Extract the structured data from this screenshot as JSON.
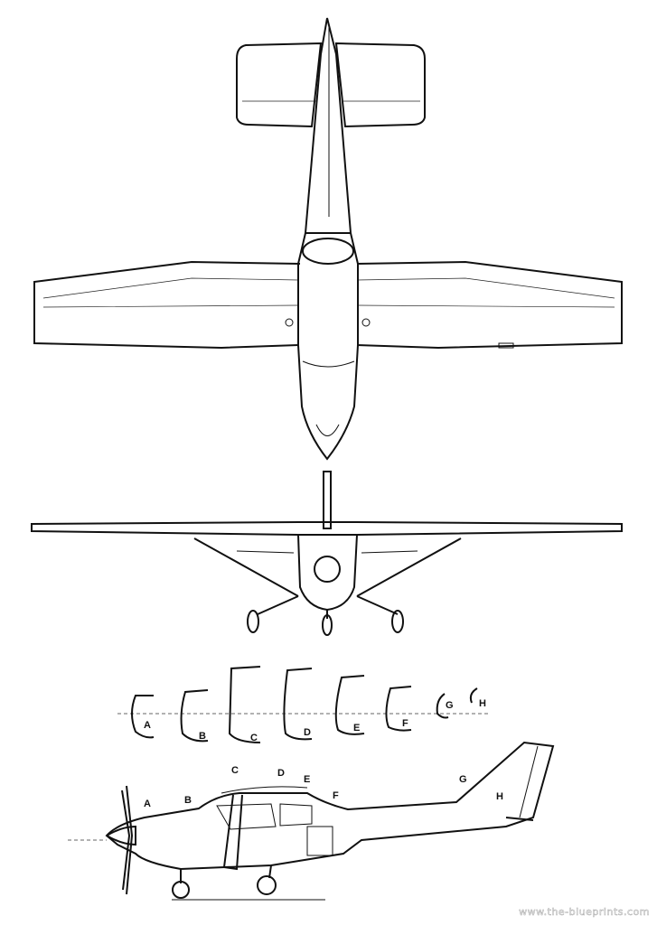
{
  "views": {
    "top": {
      "name": "top-view"
    },
    "front": {
      "name": "front-view"
    },
    "sections": {
      "labels": [
        "A",
        "B",
        "C",
        "D",
        "E",
        "F",
        "G",
        "H"
      ]
    },
    "side": {
      "labels": [
        "A",
        "B",
        "C",
        "D",
        "E",
        "F",
        "G",
        "H"
      ]
    }
  },
  "watermark": "www.the-blueprints.com",
  "colors": {
    "ink": "#111111",
    "background": "#ffffff"
  }
}
